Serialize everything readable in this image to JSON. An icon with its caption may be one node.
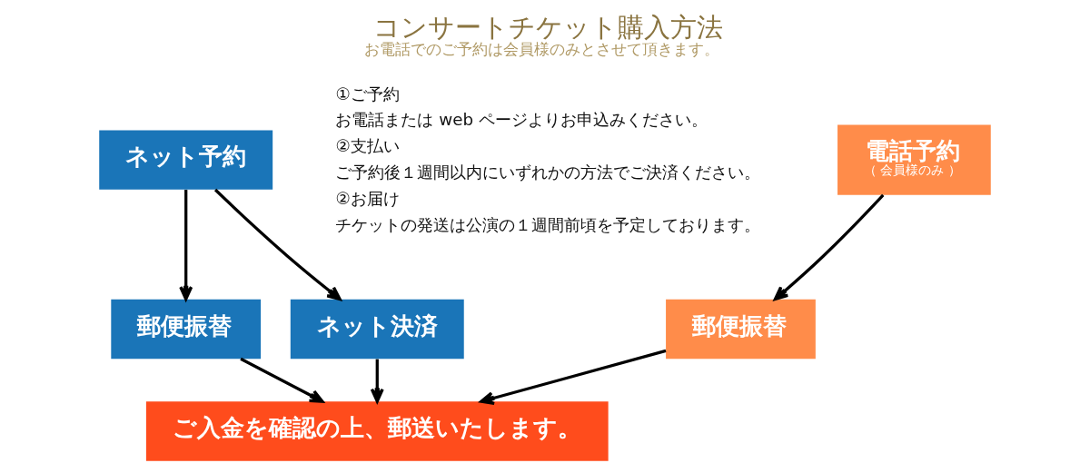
{
  "diagram": {
    "title": "コンサートチケット購入方法",
    "caption": "お電話でのご予約は会員様のみとさせて頂きます。",
    "nodes": [
      {
        "text": [
          "電話予約",
          "（ 会員様のみ ）"
        ]
      },
      {
        "text": [
          "ネット予約"
        ]
      },
      {
        "text": [
          "郵便振替"
        ]
      },
      {
        "text": [
          "郵便振替"
        ]
      },
      {
        "text": [
          "ネット決済"
        ]
      },
      {
        "text": [
          "ご入金を確認の上、郵送いたします。"
        ]
      }
    ],
    "edges": [
      {
        "from": 0,
        "to": 2,
        "arrow": "to"
      },
      {
        "from": 1,
        "to": 3,
        "arrow": "to"
      },
      {
        "from": 1,
        "to": 4,
        "arrow": "to"
      },
      {
        "from": 2,
        "to": 5,
        "arrow": "to"
      },
      {
        "from": 3,
        "to": 5,
        "arrow": "to"
      },
      {
        "from": 4,
        "to": 5,
        "arrow": "to"
      }
    ],
    "labels": [
      "①ご予約",
      "お電話または web ページよりお申込みください。",
      "②支払い",
      "ご予約後１週間以内にいずれかの方法でご決済ください。",
      "②お届け",
      "チケットの発送は公演の１週間前頃を予定しております。"
    ]
  }
}
